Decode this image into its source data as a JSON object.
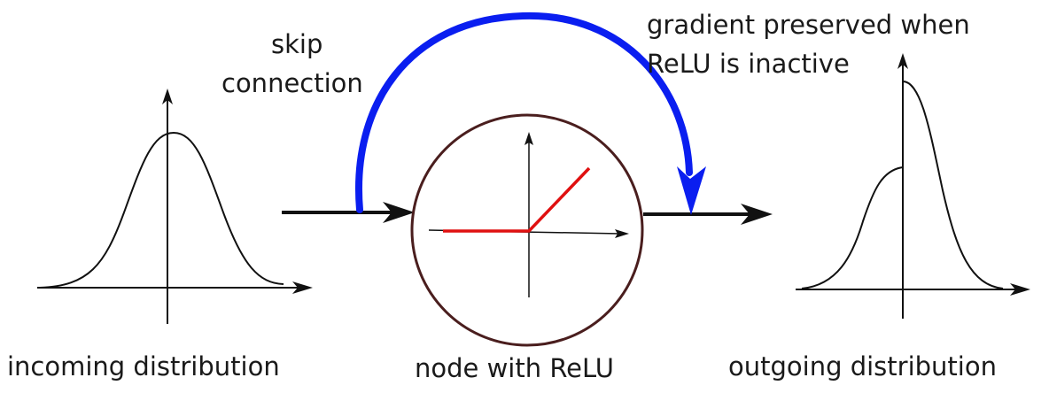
{
  "labels": {
    "skip_line1": "skip",
    "skip_line2": "connection",
    "gradient_line1": "gradient preserved when",
    "gradient_line2": "ReLU is inactive",
    "incoming": "incoming distribution",
    "node": "node with ReLU",
    "outgoing": "outgoing distribution"
  },
  "colors": {
    "ink": "#111111",
    "skip_arrow": "#0a1ef0",
    "relu_curve": "#e01010",
    "node_circle": "#4a1e1e"
  },
  "icons": {
    "skip": "curved-arrow",
    "flow": "right-arrow",
    "relu": "relu-plot",
    "incoming": "bell-curve",
    "outgoing": "skewed-bell-curve"
  }
}
